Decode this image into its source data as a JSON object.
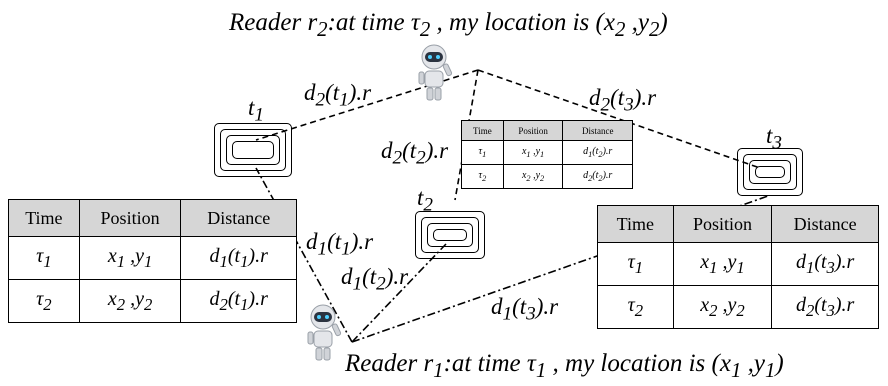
{
  "readers": {
    "r2": {
      "name": "Reader r",
      "sub": "2",
      "text": ":at time τ",
      "time_sub": "2",
      "loc": ", my location is (x",
      "x_sub": "2",
      "mid": " ,y",
      "y_sub": "2",
      "end": ")"
    },
    "r1": {
      "name": "Reader r",
      "sub": "1",
      "text": ":at time τ",
      "time_sub": "1",
      "loc": ", my location is (x",
      "x_sub": "1",
      "mid": " ,y",
      "y_sub": "1",
      "end": ")"
    }
  },
  "tags": {
    "t1": {
      "name": "t",
      "sub": "1"
    },
    "t2": {
      "name": "t",
      "sub": "2"
    },
    "t3": {
      "name": "t",
      "sub": "3"
    }
  },
  "distances": {
    "d2_t1": {
      "d": "d",
      "ds": "2",
      "t": "(t",
      "ts": "1",
      "tail": ").r"
    },
    "d2_t2": {
      "d": "d",
      "ds": "2",
      "t": "(t",
      "ts": "2",
      "tail": ").r"
    },
    "d2_t3": {
      "d": "d",
      "ds": "2",
      "t": "(t",
      "ts": "3",
      "tail": ").r"
    },
    "d1_t1": {
      "d": "d",
      "ds": "1",
      "t": "(t",
      "ts": "1",
      "tail": ").r"
    },
    "d1_t2": {
      "d": "d",
      "ds": "1",
      "t": "(t",
      "ts": "2",
      "tail": ").r"
    },
    "d1_t3": {
      "d": "d",
      "ds": "1",
      "t": "(t",
      "ts": "3",
      "tail": ").r"
    }
  },
  "tables": {
    "headers": {
      "time": "Time",
      "position": "Position",
      "distance": "Distance"
    },
    "t1": {
      "rows": [
        {
          "tau": "τ",
          "tau_sub": "1",
          "x": "x",
          "xs": "1",
          "y": " ,y",
          "ys": "1",
          "d": "d",
          "ds": "1",
          "t": "(t",
          "ts": "1",
          "tail": ").r"
        },
        {
          "tau": "τ",
          "tau_sub": "2",
          "x": "x",
          "xs": "2",
          "y": " ,y",
          "ys": "2",
          "d": "d",
          "ds": "2",
          "t": "(t",
          "ts": "1",
          "tail": ").r"
        }
      ]
    },
    "t2": {
      "rows": [
        {
          "tau": "τ",
          "tau_sub": "1",
          "x": "x",
          "xs": "1",
          "y": " ,y",
          "ys": "1",
          "d": "d",
          "ds": "1",
          "t": "(t",
          "ts": "2",
          "tail": ").r"
        },
        {
          "tau": "τ",
          "tau_sub": "2",
          "x": "x",
          "xs": "2",
          "y": " ,y",
          "ys": "2",
          "d": "d",
          "ds": "2",
          "t": "(t",
          "ts": "2",
          "tail": ").r"
        }
      ]
    },
    "t3": {
      "rows": [
        {
          "tau": "τ",
          "tau_sub": "1",
          "x": "x",
          "xs": "1",
          "y": " ,y",
          "ys": "1",
          "d": "d",
          "ds": "1",
          "t": "(t",
          "ts": "3",
          "tail": ").r"
        },
        {
          "tau": "τ",
          "tau_sub": "2",
          "x": "x",
          "xs": "2",
          "y": " ,y",
          "ys": "2",
          "d": "d",
          "ds": "2",
          "t": "(t",
          "ts": "3",
          "tail": ").r"
        }
      ]
    }
  },
  "colors": {
    "robot_body": "#e4e6ea",
    "robot_visor": "#2b3340",
    "robot_eye": "#4fd0ff",
    "header_fill": "#d6d6d6"
  }
}
